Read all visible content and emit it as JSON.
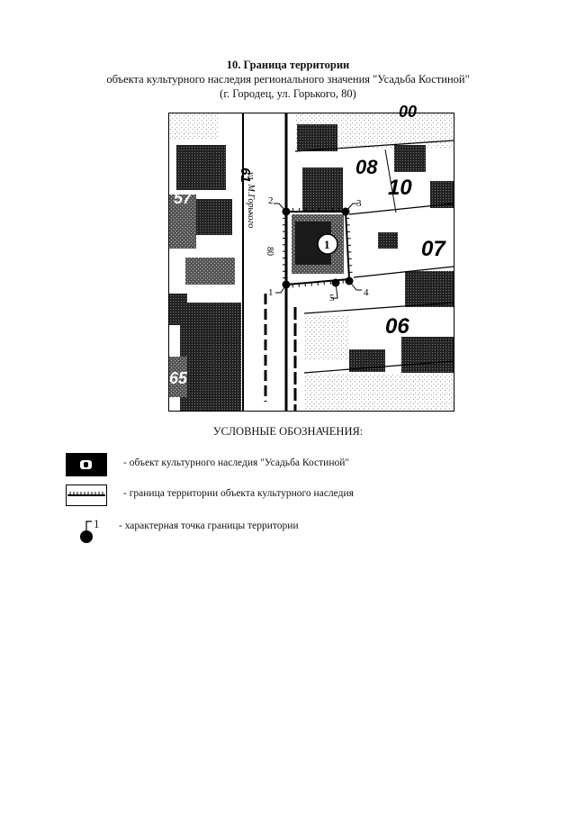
{
  "header": {
    "title": "10. Граница территории",
    "subtitle": "объекта культурного наследия регионального значения \"Усадьба Костиной\"",
    "address": "(г. Городец, ул. Горького, 80)"
  },
  "map": {
    "street_label": "ул. М.Горького",
    "house_number": "80",
    "object_number": "1",
    "block_labels": [
      "08",
      "10",
      "07",
      "06",
      "57",
      "61",
      "65",
      "00"
    ],
    "points": [
      "1",
      "2",
      "3",
      "4",
      "5"
    ]
  },
  "legend": {
    "heading": "УСЛОВНЫЕ ОБОЗНАЧЕНИЯ:",
    "items": [
      {
        "icon": "heritage-object-icon",
        "text": "- объект культурного наследия \"Усадьба Костиной\""
      },
      {
        "icon": "boundary-line-icon",
        "text": "- граница территории объекта культурного наследия"
      },
      {
        "icon": "boundary-point-icon",
        "icon_label": "1",
        "text": "- характерная точка границы территории"
      }
    ]
  },
  "colors": {
    "ink": "#111111",
    "paper": "#ffffff"
  }
}
